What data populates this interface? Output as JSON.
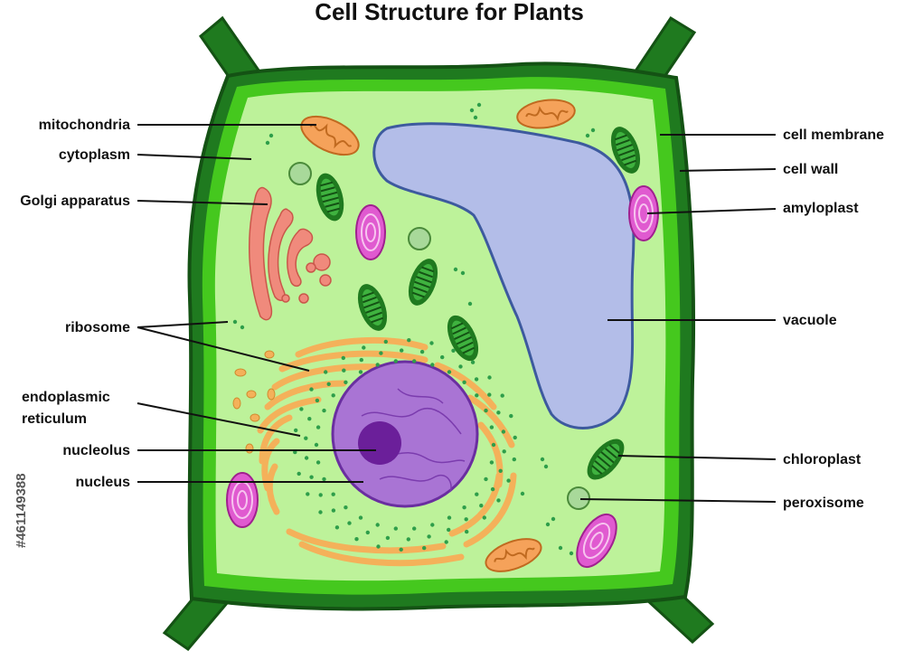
{
  "title": "Cell Structure for Plants",
  "labels": {
    "mitochondria": "mitochondria",
    "cytoplasm": "cytoplasm",
    "golgi": "Golgi apparatus",
    "ribosome": "ribosome",
    "er_line1": "endoplasmic",
    "er_line2": "reticulum",
    "nucleolus": "nucleolus",
    "nucleus": "nucleus",
    "cell_membrane": "cell membrane",
    "cell_wall": "cell wall",
    "amyloplast": "amyloplast",
    "vacuole": "vacuole",
    "chloroplast": "chloroplast",
    "peroxisome": "peroxisome"
  },
  "stock_id": "#461149388",
  "colors": {
    "cell_wall": "#1f7a1f",
    "cell_wall_outline": "#145214",
    "membrane_band": "#45c81e",
    "cytoplasm": "#bdf29a",
    "vacuole": "#b3bde8",
    "vacuole_outline": "#3d5a9e",
    "nucleus": "#a974d4",
    "nucleus_outline": "#6a2ea0",
    "nucleolus": "#6b1f9a",
    "er": "#f4b15a",
    "golgi": "#f08a7c",
    "mitochondria": "#f5a25a",
    "chloroplast": "#2f9e2f",
    "amyloplast": "#e05ad0",
    "peroxisome": "#a8d99a",
    "ribosome": "#2e9e4a"
  }
}
